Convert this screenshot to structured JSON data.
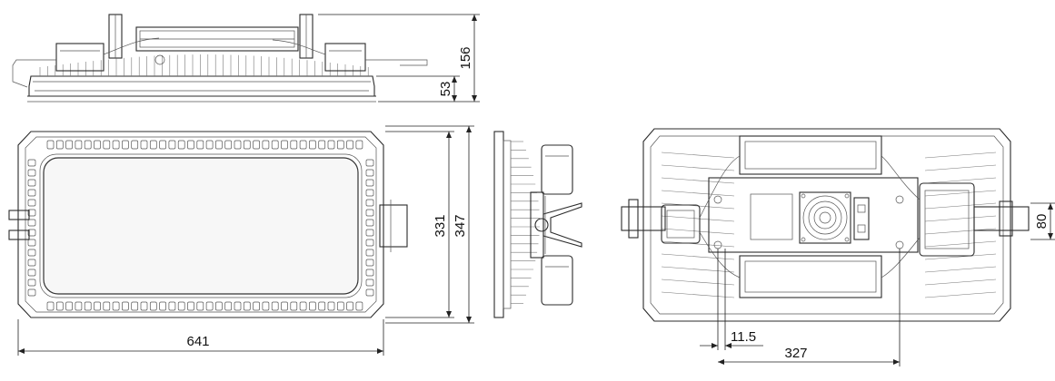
{
  "dimensions": {
    "height_total": "156",
    "height_body": "53",
    "width_inner": "331",
    "width_outer": "347",
    "length": "641",
    "bracket_height": "80",
    "offset_small": "11.5",
    "mount_span": "327"
  }
}
